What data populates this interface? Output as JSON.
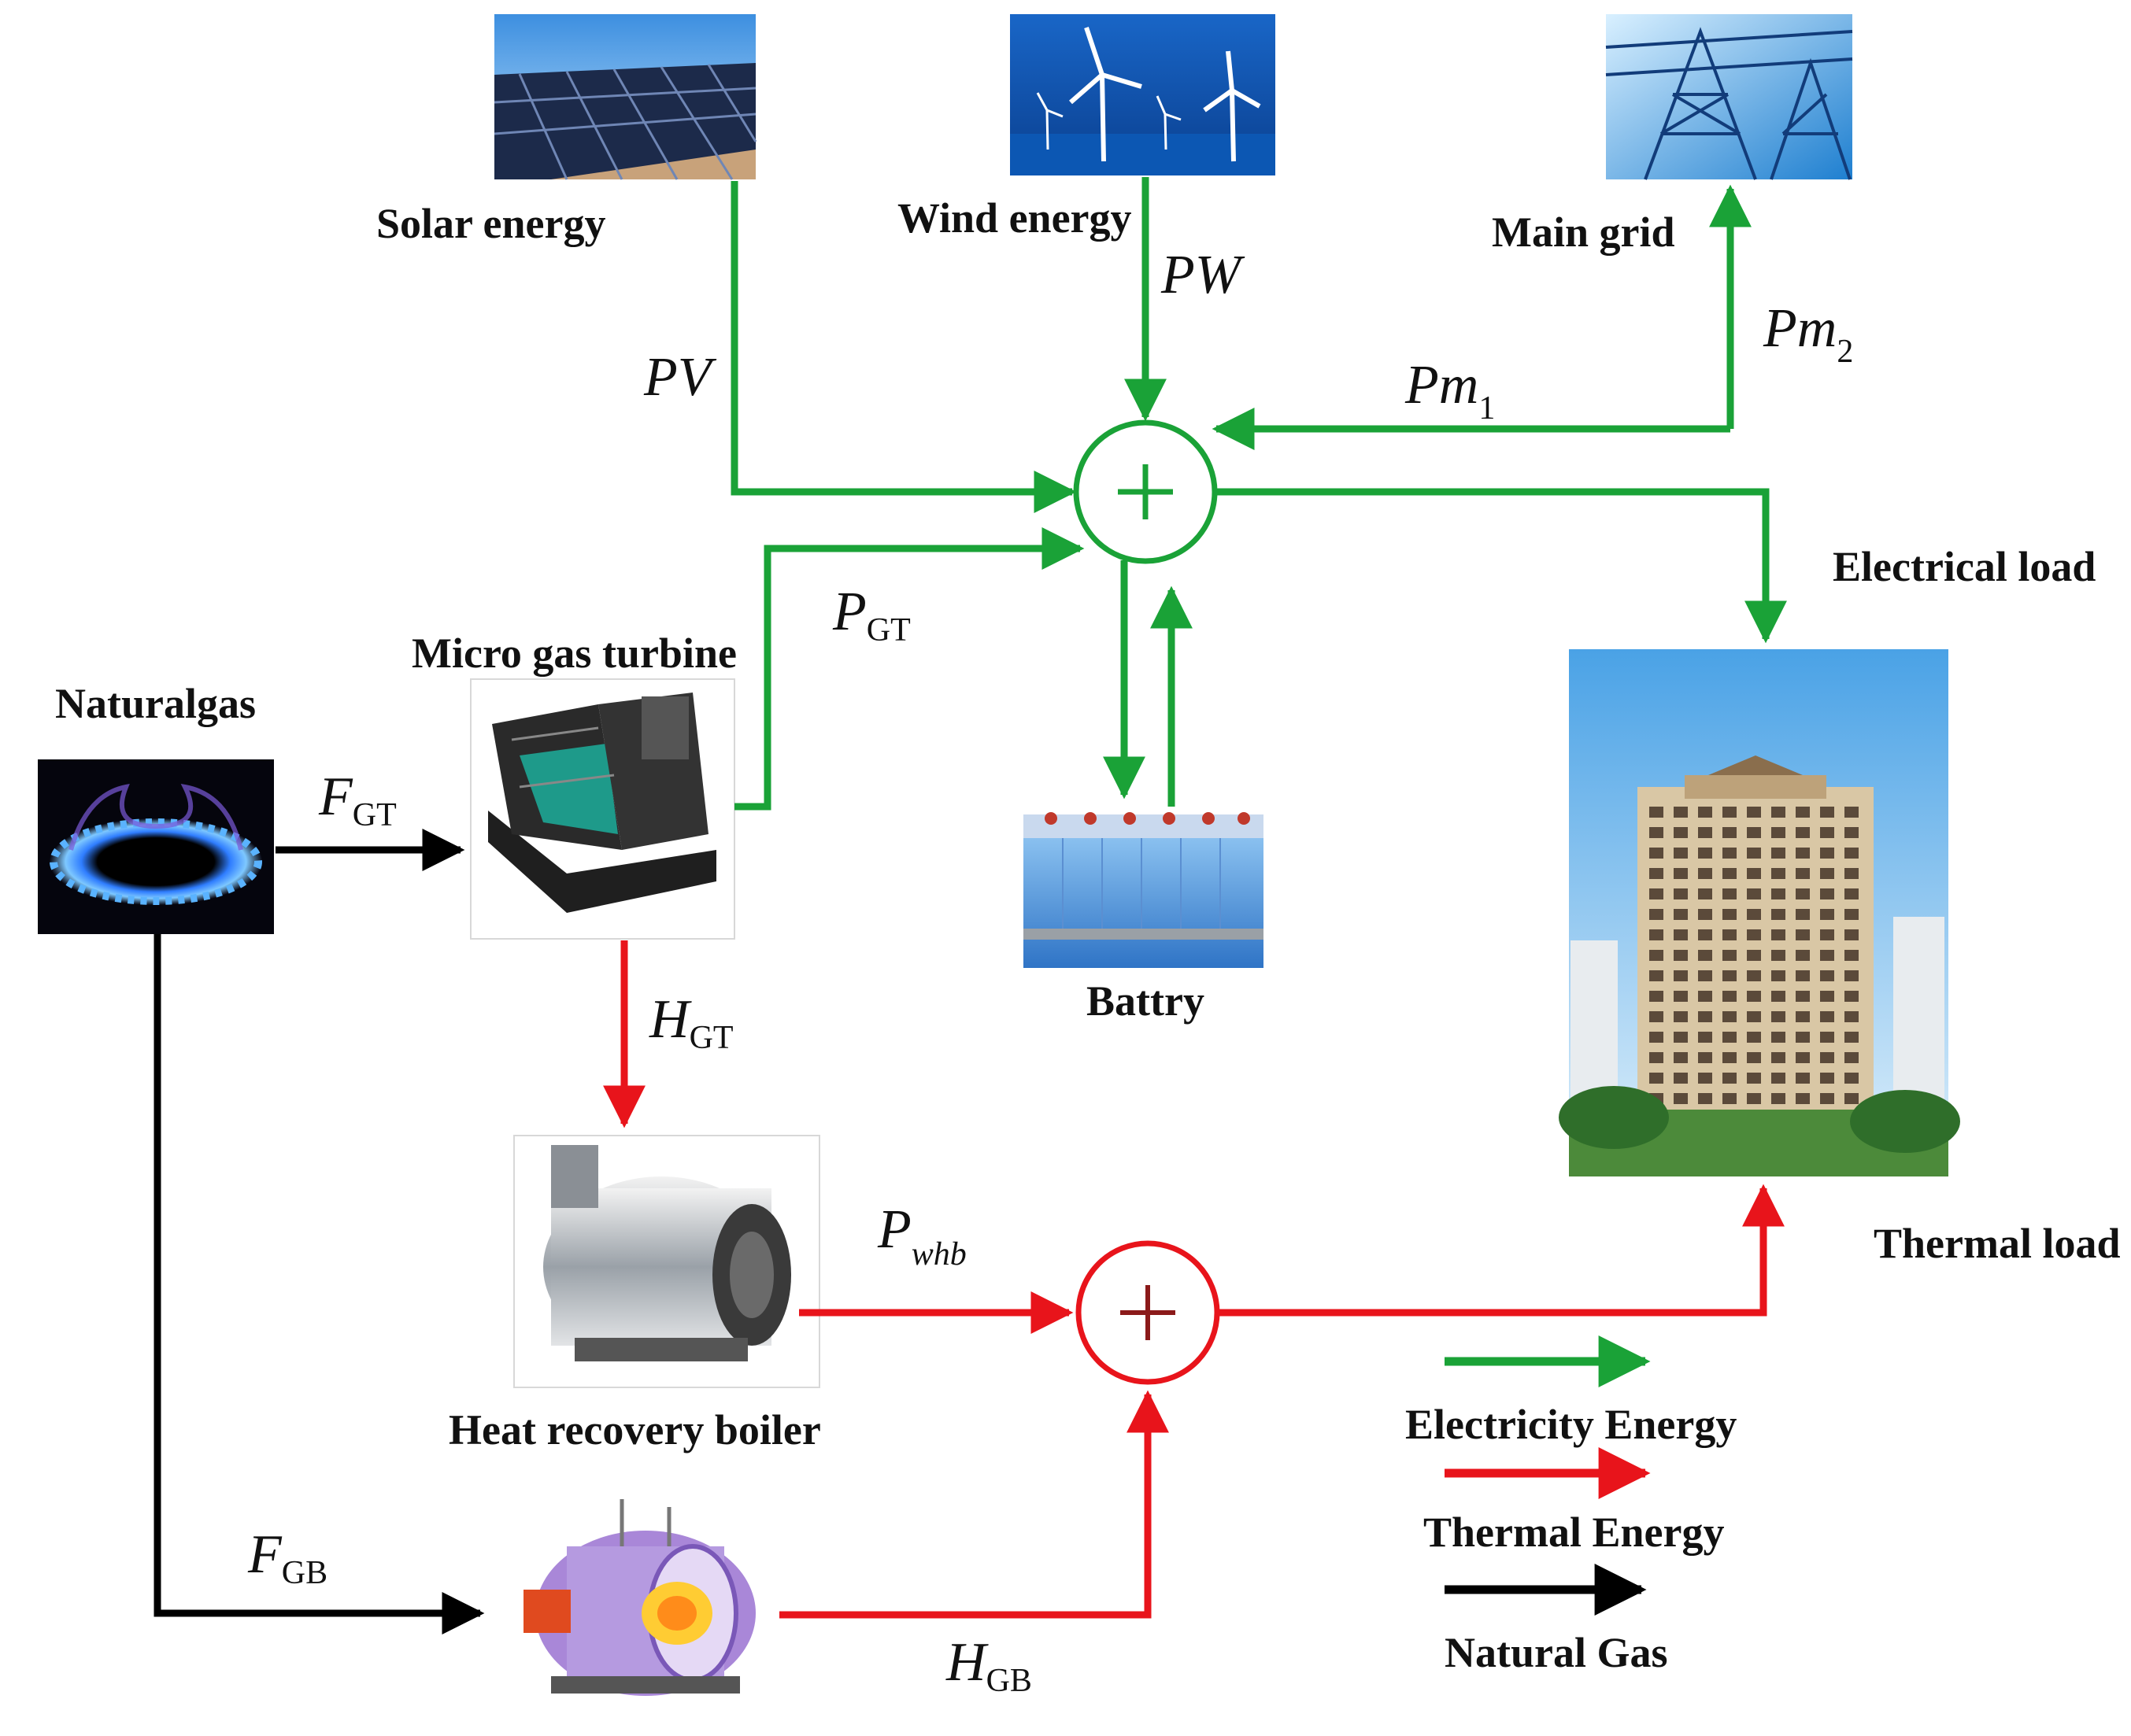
{
  "colors": {
    "electric": "#1aa237",
    "thermal": "#e8141b",
    "gas": "#000000"
  },
  "sources": {
    "solar": "Solar energy",
    "wind": "Wind energy",
    "grid": "Main grid",
    "gas": "Naturalgas",
    "turbine": "Micro gas turbine",
    "battery": "Battry",
    "boiler": "Heat recovery boiler",
    "electrical_load": "Electrical load",
    "thermal_load": "Thermal load"
  },
  "flows": {
    "pv": "PV",
    "pw": "PW",
    "pm": "Pm",
    "pm1_sub": "1",
    "pm2_sub": "2",
    "p": "P",
    "gt_sub": "GT",
    "whb_sub": "whb",
    "f": "F",
    "h": "H",
    "gb_sub": "GB"
  },
  "legend": {
    "electric": "Electricity Energy",
    "thermal": "Thermal Energy",
    "gas": "Natural Gas"
  },
  "icons": [
    "solar-panel-icon",
    "wind-turbine-icon",
    "transmission-tower-icon",
    "gas-flame-icon",
    "generator-icon",
    "battery-icon",
    "boiler-icon",
    "gas-boiler-icon",
    "building-icon"
  ]
}
